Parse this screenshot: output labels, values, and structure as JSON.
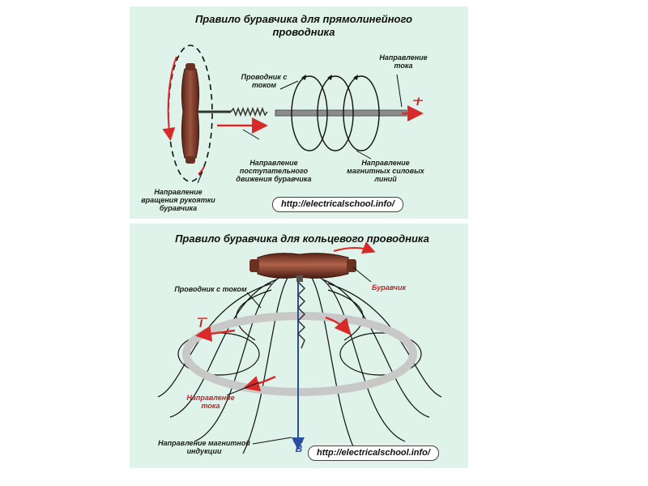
{
  "top": {
    "title_line1": "Правило буравчика для прямолинейного",
    "title_line2": "проводника",
    "label_conductor_line1": "Проводник с",
    "label_conductor_line2": "током",
    "label_current_dir_line1": "Направление",
    "label_current_dir_line2": "тока",
    "current_symbol": "I",
    "label_translation_line1": "Направление",
    "label_translation_line2": "поступательного",
    "label_translation_line3": "движения буравчика",
    "label_field_lines_line1": "Направление",
    "label_field_lines_line2": "магнитных силовых",
    "label_field_lines_line3": "линий",
    "label_rotation_line1": "Направление",
    "label_rotation_line2": "вращения рукоятки",
    "label_rotation_line3": "буравчика",
    "url": "http://electricalschool.info/"
  },
  "bottom": {
    "title": "Правило буравчика для кольцевого проводника",
    "label_conductor": "Проводник с током",
    "label_gimlet": "Буравчик",
    "current_symbol": "I",
    "label_current_dir_line1": "Направление",
    "label_current_dir_line2": "тока",
    "label_induction_line1": "Направление магнитной",
    "label_induction_line2": "индукции",
    "b_symbol": "B",
    "url": "http://electricalschool.info/"
  },
  "colors": {
    "panel": "#dff3ea",
    "arrow_red": "#d92a2a",
    "handle_brown": "#7a3a2a",
    "conductor_gray": "#8c8c8c",
    "b_blue": "#2a4fa0"
  }
}
